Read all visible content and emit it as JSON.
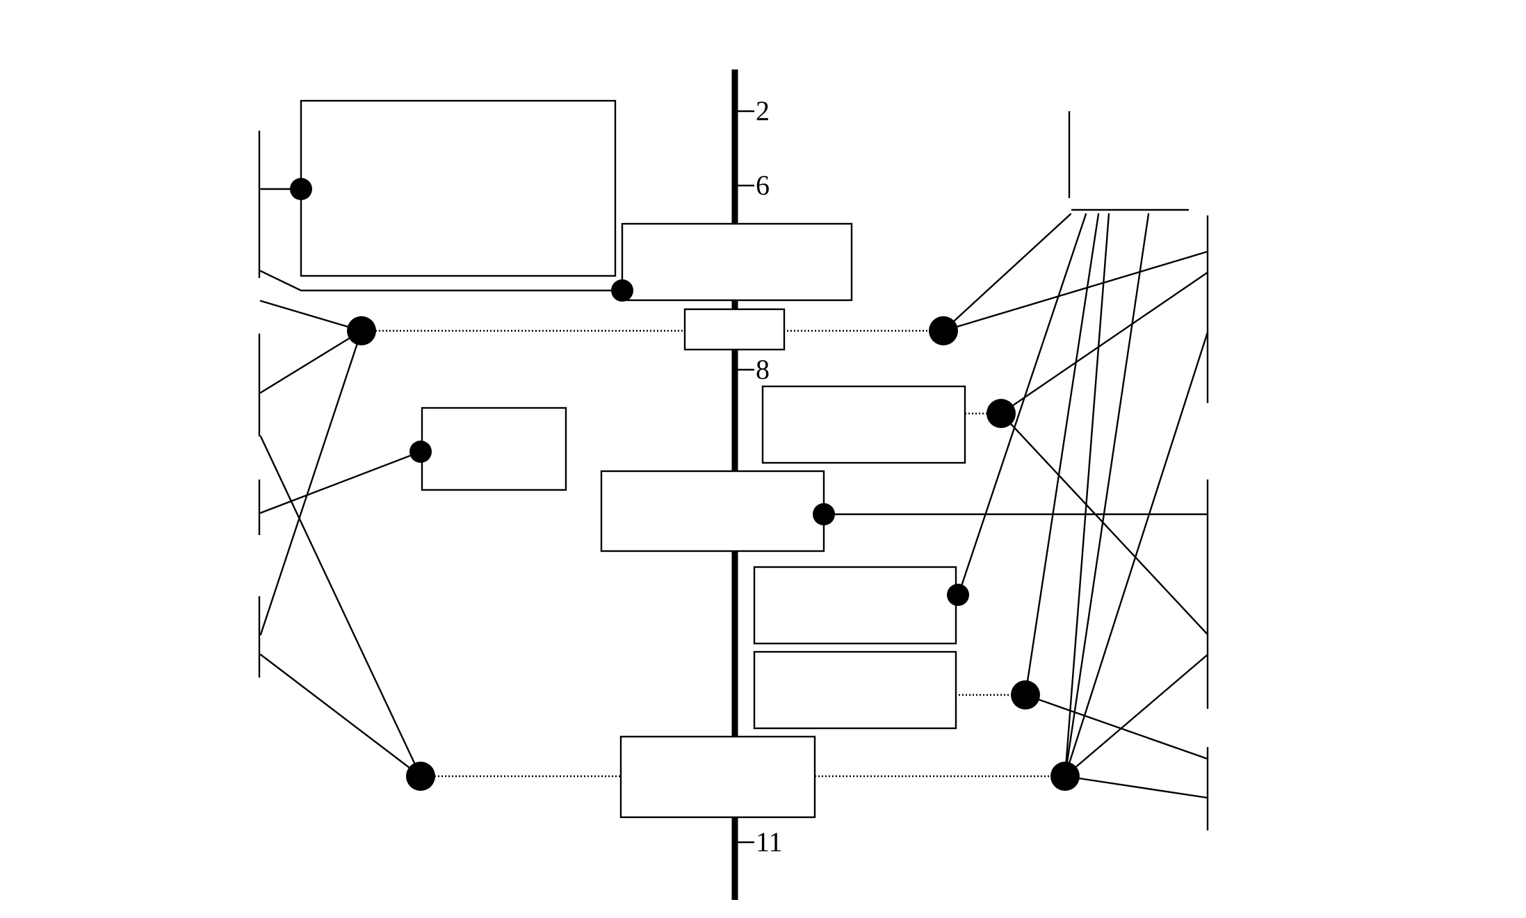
{
  "diagram": {
    "labels": [
      "2",
      "6",
      "8",
      "11"
    ]
  }
}
